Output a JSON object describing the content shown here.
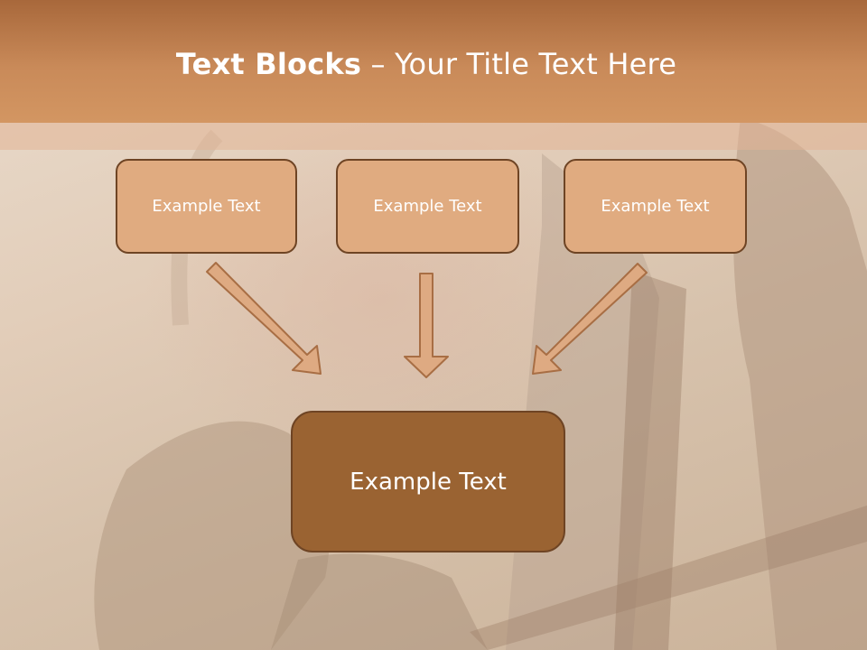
{
  "title": {
    "bold": "Text Blocks",
    "separator": " – ",
    "rest": "Your Title Text Here"
  },
  "blocks": [
    {
      "label": "Example Text"
    },
    {
      "label": "Example Text"
    },
    {
      "label": "Example Text"
    }
  ],
  "main_block": {
    "label": "Example Text"
  },
  "colors": {
    "header": "#c98a59",
    "block_fill": "#e0ab80",
    "main_fill": "#9a6332",
    "border": "#6e4424",
    "arrow_fill": "#deaa82",
    "arrow_stroke": "#a86e44"
  }
}
